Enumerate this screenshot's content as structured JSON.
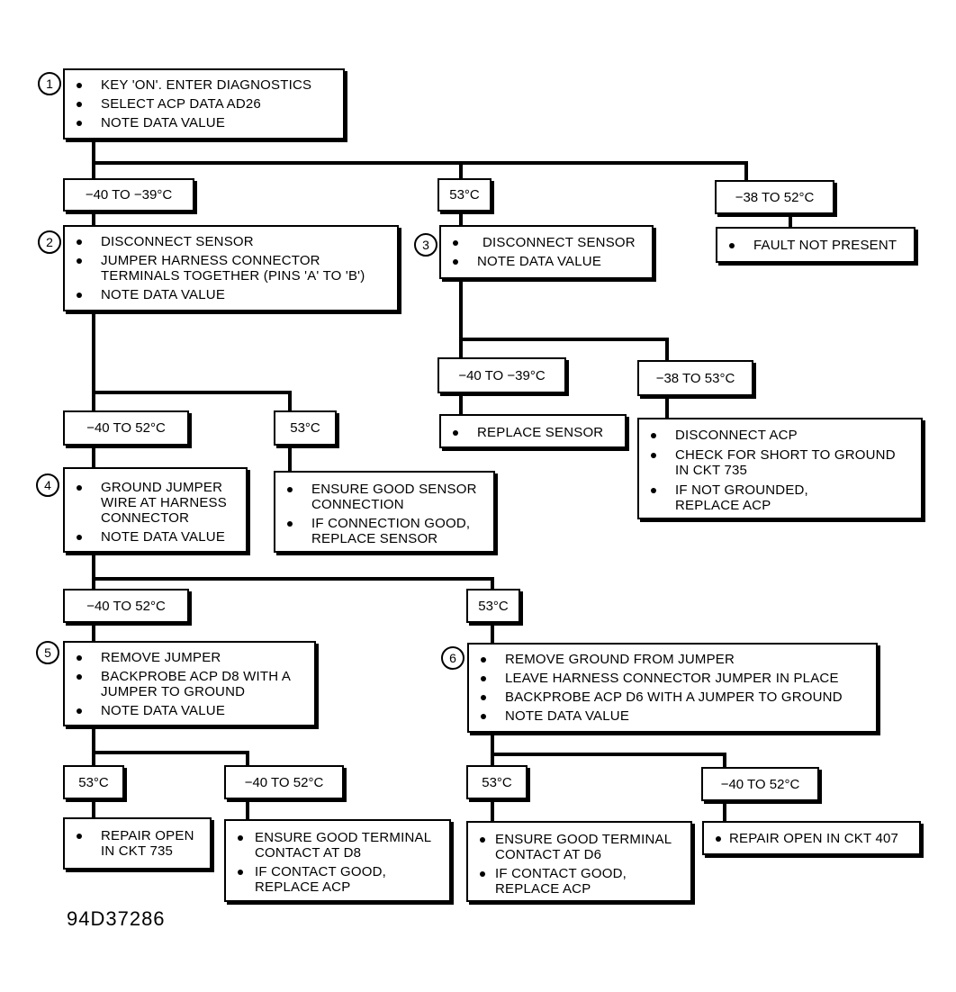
{
  "steps": {
    "s1": {
      "number": "1",
      "items": [
        "KEY 'ON'. ENTER DIAGNOSTICS",
        "SELECT ACP DATA AD26",
        "NOTE DATA VALUE"
      ]
    },
    "s2": {
      "number": "2",
      "items": [
        "DISCONNECT SENSOR",
        "JUMPER HARNESS CONNECTOR TERMINALS TOGETHER (PINS 'A' TO 'B')",
        "NOTE DATA VALUE"
      ]
    },
    "s3": {
      "number": "3",
      "items": [
        "DISCONNECT SENSOR",
        "NOTE DATA VALUE"
      ]
    },
    "s4": {
      "number": "4",
      "items": [
        "GROUND JUMPER WIRE AT HARNESS CONNECTOR",
        "NOTE DATA VALUE"
      ]
    },
    "s5": {
      "number": "5",
      "items": [
        "REMOVE JUMPER",
        "BACKPROBE ACP D8 WITH A JUMPER TO GROUND",
        "NOTE DATA VALUE"
      ]
    },
    "s6": {
      "number": "6",
      "items": [
        "REMOVE GROUND FROM JUMPER",
        "LEAVE HARNESS CONNECTOR JUMPER IN PLACE",
        "BACKPROBE ACP D6 WITH A JUMPER TO GROUND",
        "NOTE DATA VALUE"
      ]
    }
  },
  "conditions": {
    "c1a": "−40 TO −39°C",
    "c1b": "53°C",
    "c1c": "−38 TO 52°C",
    "c2a": "−40 TO 52°C",
    "c2b": "53°C",
    "c3a": "−40 TO −39°C",
    "c3b": "−38 TO 53°C",
    "c4a": "−40 TO 52°C",
    "c4b": "53°C",
    "c5a": "53°C",
    "c5b": "−40 TO 52°C",
    "c6a": "53°C",
    "c6b": "−40 TO 52°C"
  },
  "results": {
    "fault_not_present": [
      "FAULT NOT PRESENT"
    ],
    "ensure_sensor": [
      "ENSURE GOOD SENSOR CONNECTION",
      "IF CONNECTION GOOD, REPLACE SENSOR"
    ],
    "replace_sensor": [
      "REPLACE  SENSOR"
    ],
    "disconnect_acp": [
      "DISCONNECT ACP",
      "CHECK FOR SHORT TO GROUND IN CKT 735",
      "IF NOT GROUNDED, REPLACE ACP"
    ],
    "repair_735": [
      "REPAIR OPEN IN CKT 735"
    ],
    "ensure_d8": [
      "ENSURE GOOD TERMINAL CONTACT AT D8",
      "IF CONTACT GOOD, REPLACE ACP"
    ],
    "ensure_d6": [
      "ENSURE GOOD TERMINAL CONTACT AT D6",
      "IF CONTACT GOOD, REPLACE ACP"
    ],
    "repair_407": [
      "REPAIR OPEN IN CKT 407"
    ]
  },
  "figure_id": "94D37286"
}
